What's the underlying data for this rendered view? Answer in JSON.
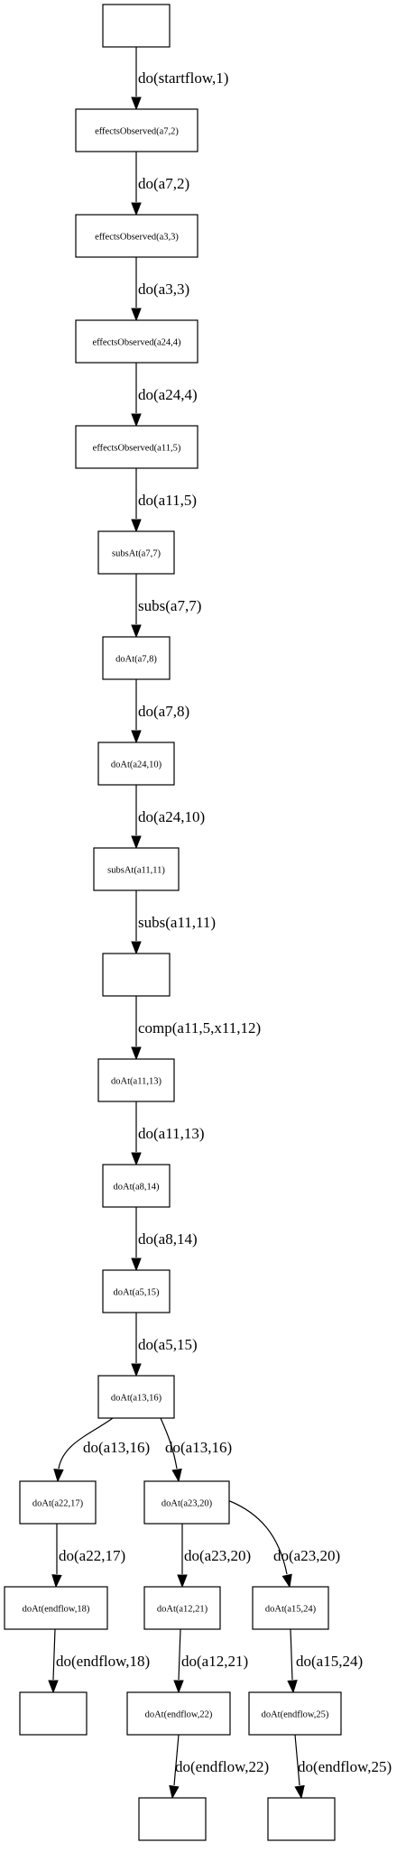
{
  "graph": {
    "nodes": [
      {
        "id": "n0",
        "label": ""
      },
      {
        "id": "n1",
        "label": "effectsObserved(a7,2)"
      },
      {
        "id": "n2",
        "label": "effectsObserved(a3,3)"
      },
      {
        "id": "n3",
        "label": "effectsObserved(a24,4)"
      },
      {
        "id": "n4",
        "label": "effectsObserved(a11,5)"
      },
      {
        "id": "n5",
        "label": "subsAt(a7,7)"
      },
      {
        "id": "n6",
        "label": "doAt(a7,8)"
      },
      {
        "id": "n7",
        "label": "doAt(a24,10)"
      },
      {
        "id": "n8",
        "label": "subsAt(a11,11)"
      },
      {
        "id": "n9",
        "label": ""
      },
      {
        "id": "n10",
        "label": "doAt(a11,13)"
      },
      {
        "id": "n11",
        "label": "doAt(a8,14)"
      },
      {
        "id": "n12",
        "label": "doAt(a5,15)"
      },
      {
        "id": "n13",
        "label": "doAt(a13,16)"
      },
      {
        "id": "n14",
        "label": "doAt(a22,17)"
      },
      {
        "id": "n15",
        "label": "doAt(a23,20)"
      },
      {
        "id": "n16",
        "label": "doAt(endflow,18)"
      },
      {
        "id": "n17",
        "label": "doAt(a12,21)"
      },
      {
        "id": "n18",
        "label": "doAt(a15,24)"
      },
      {
        "id": "n19",
        "label": ""
      },
      {
        "id": "n20",
        "label": "doAt(endflow,22)"
      },
      {
        "id": "n21",
        "label": "doAt(endflow,25)"
      },
      {
        "id": "n22",
        "label": ""
      },
      {
        "id": "n23",
        "label": ""
      }
    ],
    "edges": [
      {
        "from": "n0",
        "to": "n1",
        "label": "do(startflow,1)"
      },
      {
        "from": "n1",
        "to": "n2",
        "label": "do(a7,2)"
      },
      {
        "from": "n2",
        "to": "n3",
        "label": "do(a3,3)"
      },
      {
        "from": "n3",
        "to": "n4",
        "label": "do(a24,4)"
      },
      {
        "from": "n4",
        "to": "n5",
        "label": "do(a11,5)"
      },
      {
        "from": "n5",
        "to": "n6",
        "label": "subs(a7,7)"
      },
      {
        "from": "n6",
        "to": "n7",
        "label": "do(a7,8)"
      },
      {
        "from": "n7",
        "to": "n8",
        "label": "do(a24,10)"
      },
      {
        "from": "n8",
        "to": "n9",
        "label": "subs(a11,11)"
      },
      {
        "from": "n9",
        "to": "n10",
        "label": "comp(a11,5,x11,12)"
      },
      {
        "from": "n10",
        "to": "n11",
        "label": "do(a11,13)"
      },
      {
        "from": "n11",
        "to": "n12",
        "label": "do(a8,14)"
      },
      {
        "from": "n12",
        "to": "n13",
        "label": "do(a5,15)"
      },
      {
        "from": "n13",
        "to": "n14",
        "label": "do(a13,16)"
      },
      {
        "from": "n13",
        "to": "n15",
        "label": "do(a13,16)"
      },
      {
        "from": "n14",
        "to": "n16",
        "label": "do(a22,17)"
      },
      {
        "from": "n15",
        "to": "n17",
        "label": "do(a23,20)"
      },
      {
        "from": "n15",
        "to": "n18",
        "label": "do(a23,20)"
      },
      {
        "from": "n16",
        "to": "n19",
        "label": "do(endflow,18)"
      },
      {
        "from": "n17",
        "to": "n20",
        "label": "do(a12,21)"
      },
      {
        "from": "n18",
        "to": "n21",
        "label": "do(a15,24)"
      },
      {
        "from": "n20",
        "to": "n22",
        "label": "do(endflow,22)"
      },
      {
        "from": "n21",
        "to": "n23",
        "label": "do(endflow,25)"
      }
    ]
  }
}
